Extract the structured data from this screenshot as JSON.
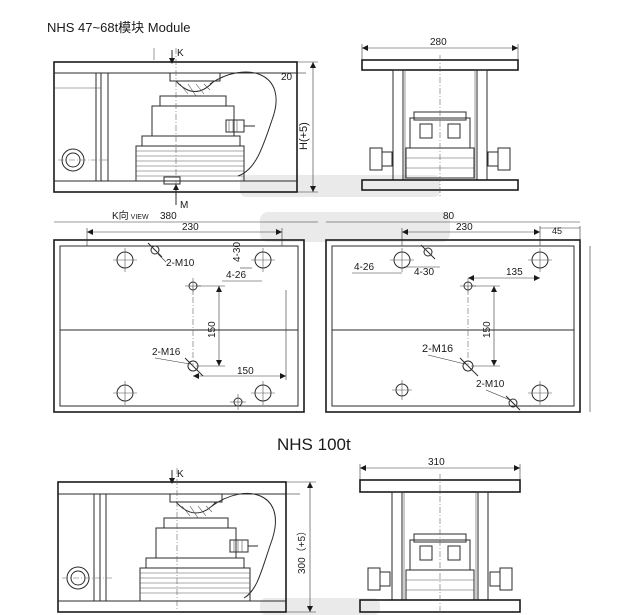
{
  "titles": {
    "module_47_68": "NHS 47~68t模块  Module",
    "module_100": "NHS 100t"
  },
  "labels": {
    "k": "K",
    "m": "M",
    "k_view": "K向",
    "view_word": "VIEW",
    "h_plus5": "H(+5)",
    "h300": "300（+5）",
    "m10": "2-M10",
    "m16": "2-M16",
    "m10_right": "2-M10",
    "m16_right": "2-M16",
    "d426_a": "4-26",
    "d430_a": "4-30",
    "d426_b": "4-26",
    "d430_b": "4-30"
  },
  "dims": {
    "d280": "280",
    "d20": "20",
    "d380": "380",
    "d380_right": "80",
    "d230_left": "230",
    "d230_right": "230",
    "d45": "45",
    "d135": "135",
    "d150_v_left": "150",
    "d150_h": "150",
    "d150_v_right": "150",
    "d310": "310"
  }
}
